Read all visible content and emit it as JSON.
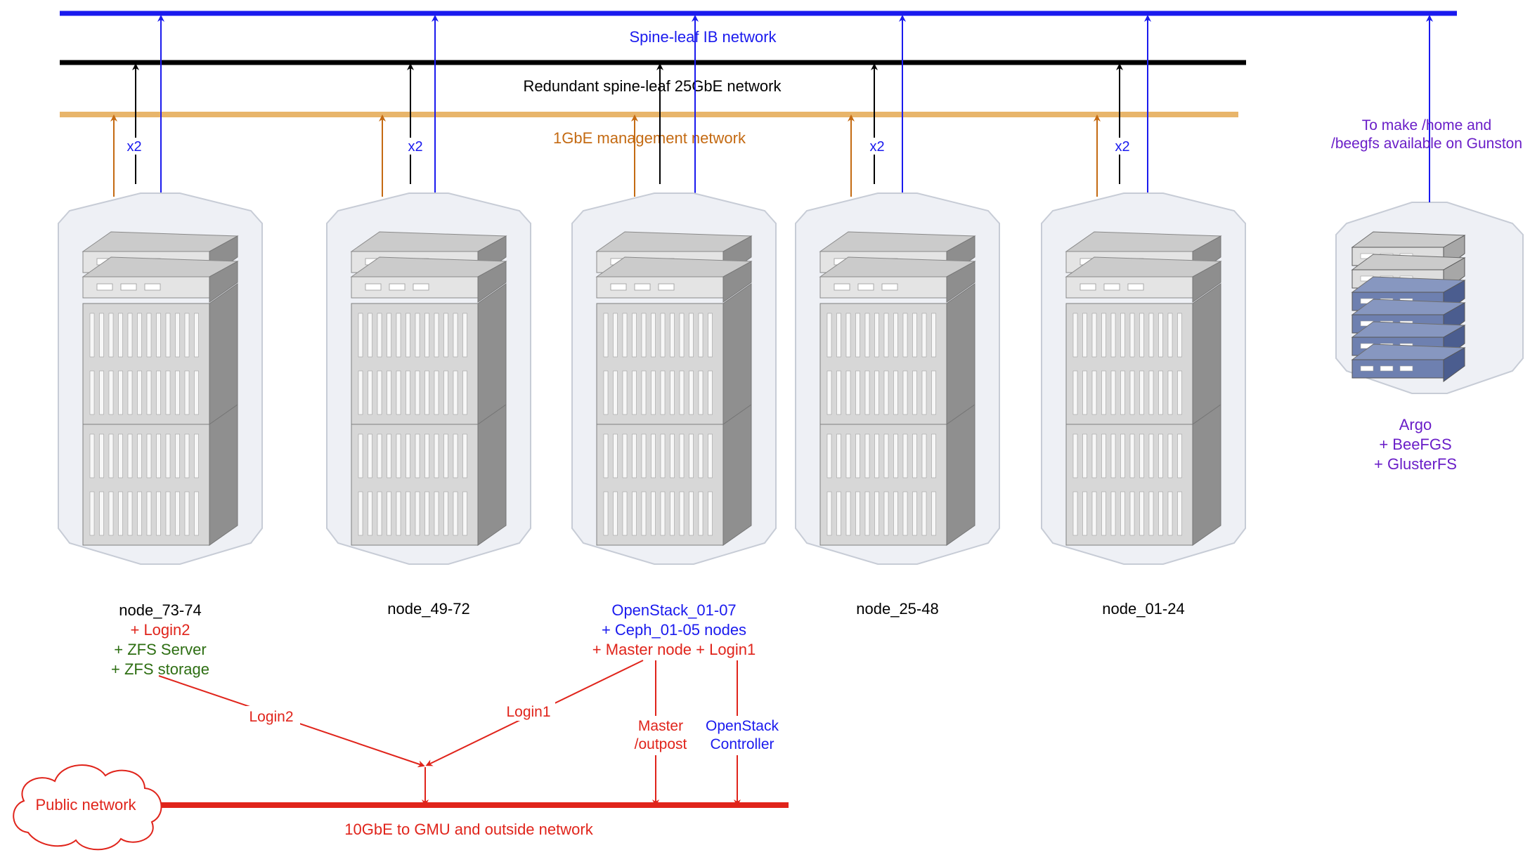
{
  "networks": {
    "ib": "Spine-leaf IB network",
    "eth25": "Redundant spine-leaf 25GbE network",
    "mgmt": "1GbE management network",
    "public": "10GbE to GMU and outside network"
  },
  "cloud_label": "Public network",
  "argo_note": [
    "To make /home and",
    "/beegfs available on Gunston"
  ],
  "x2_label": "x2",
  "racks": [
    {
      "key": "node-73-74",
      "lines": [
        {
          "text": "node_73-74",
          "color": "#000000"
        },
        {
          "text": "+ Login2",
          "color": "#e0241b"
        },
        {
          "text": "+ ZFS Server",
          "color": "#2d6e12"
        },
        {
          "text": "+ ZFS storage",
          "color": "#2d6e12"
        }
      ]
    },
    {
      "key": "node-49-72",
      "lines": [
        {
          "text": "node_49-72",
          "color": "#000000"
        }
      ]
    },
    {
      "key": "openstack-01-07",
      "lines": [
        {
          "text": "OpenStack_01-07",
          "color": "#1a1aee"
        },
        {
          "text": "+ Ceph_01-05 nodes",
          "color": "#1a1aee"
        },
        {
          "text": "+ Master node + Login1",
          "color": "#e0241b"
        }
      ]
    },
    {
      "key": "node-25-48",
      "lines": [
        {
          "text": "node_25-48",
          "color": "#000000"
        }
      ]
    },
    {
      "key": "node-01-24",
      "lines": [
        {
          "text": "node_01-24",
          "color": "#000000"
        }
      ]
    }
  ],
  "argo": {
    "lines": [
      {
        "text": "Argo",
        "color": "#6a1ec8"
      },
      {
        "text": "+ BeeFGS",
        "color": "#6a1ec8"
      },
      {
        "text": "+ GlusterFS",
        "color": "#6a1ec8"
      }
    ]
  },
  "connections": {
    "login2": "Login2",
    "login1": "Login1",
    "master": [
      "Master",
      "/outpost"
    ],
    "controller": [
      "OpenStack",
      "Controller"
    ]
  },
  "colors": {
    "ib": "#1a1aee",
    "eth25": "#000000",
    "mgmt": "#e8b56b",
    "mgmt_arrow": "#c46a12",
    "public": "#e0241b",
    "argo": "#6a1ec8"
  }
}
